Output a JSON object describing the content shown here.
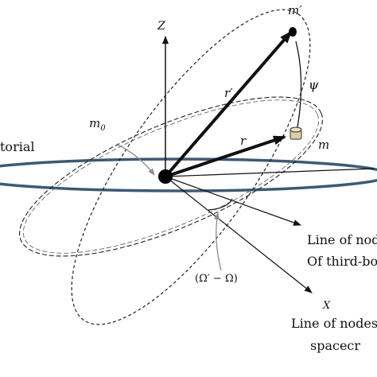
{
  "labels": {
    "z_axis": "Z",
    "x_axis": "X",
    "third_body_mass": "m′",
    "central_mass": "m",
    "central_mass_sub": "0",
    "spacecraft_mass": "m",
    "r_prime": "r′",
    "r": "r",
    "psi": "ψ",
    "equatorial": "torial",
    "angle_label": "(Ω′ − Ω)",
    "third_body_nodes_line1": "Line of nod",
    "third_body_nodes_line2": "Of third-bo",
    "spacecraft_nodes_line1": "Line of nodes",
    "spacecraft_nodes_line2": "spacecr"
  },
  "colors": {
    "equator": "#3d5a73",
    "ink": "#111111",
    "grey_arrow": "#8c8c8c",
    "spacecraft_fill": "#d8cfa8"
  }
}
